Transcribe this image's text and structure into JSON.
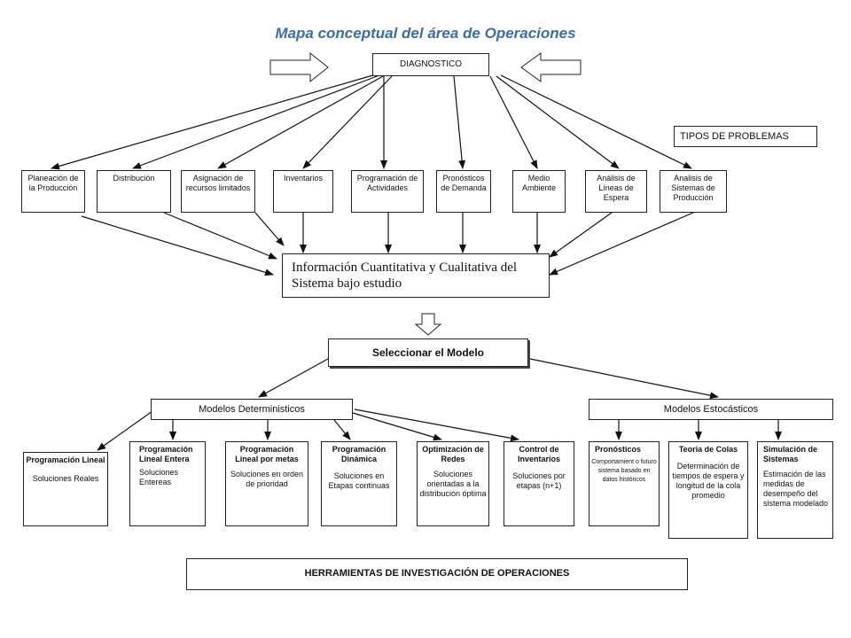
{
  "title": "Mapa conceptual del área de Operaciones",
  "diagnostic": "DIAGNOSTICO",
  "tipos": "TIPOS DE PROBLEMAS",
  "problems": [
    "Planeación de la Producción",
    "Distribución",
    "Asignación de recursos limitados",
    "Inventarios",
    "Programación de Actividades",
    "Pronósticos de Demanda",
    "Medio Ambiente",
    "Análisis de Líneas de Espera",
    "Analisis de Sistemas de Producción"
  ],
  "info": "Información Cuantitativa y Cualitativa del Sistema bajo estudio",
  "select_model": "Seleccionar el Modelo",
  "deterministic": "Modelos Deterministicos",
  "stochastic": "Modelos Estocásticos",
  "tools": [
    {
      "title": "Programación Lineal",
      "body": "Soluciones Reales"
    },
    {
      "title": "Programación Lineal Entera",
      "body": "Soluciones Entereas"
    },
    {
      "title": "Programación Lineal por metas",
      "body": "Soluciones en orden de prioridad"
    },
    {
      "title": "Programación Dinámica",
      "body": "Soluciones en Etapas continuas"
    },
    {
      "title": "Optimización de Redes",
      "body": "Soluciones orientadas a la distribución óptima"
    },
    {
      "title": "Control de Inventarios",
      "body": "Soluciones por etapas (n+1)"
    },
    {
      "title": "Pronósticos",
      "body": "Comportamient o futuro sistema basado en datos históricos"
    },
    {
      "title": "Teoría de Colas",
      "body": "Determinación de tiempos de espera y longitud de la cola promedio"
    },
    {
      "title": "Simulación de Sistemas",
      "body": "Estimación de las medidas de desempeño del sistema modelado"
    }
  ],
  "footer": "HERRAMIENTAS DE INVESTIGACIÓN DE OPERACIONES"
}
